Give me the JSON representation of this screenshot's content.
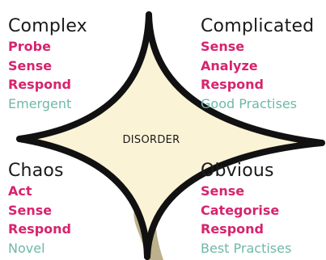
{
  "colors": {
    "title": "#1a1a1a",
    "step": "#d6246e",
    "practice": "#6fb8a8",
    "center_fill": "#fbf3d6",
    "tail": "#bdb08c",
    "outline": "#111111"
  },
  "center": {
    "label": "DISORDER"
  },
  "quadrants": {
    "complex": {
      "title": "Complex",
      "steps": [
        "Probe",
        "Sense",
        "Respond"
      ],
      "practice": "Emergent"
    },
    "complicated": {
      "title": "Complicated",
      "steps": [
        "Sense",
        "Analyze",
        "Respond"
      ],
      "practice": "Good Practises"
    },
    "chaos": {
      "title": "Chaos",
      "steps": [
        "Act",
        "Sense",
        "Respond"
      ],
      "practice": "Novel"
    },
    "obvious": {
      "title": "Obvious",
      "steps": [
        "Sense",
        "Categorise",
        "Respond"
      ],
      "practice": "Best Practises"
    }
  }
}
